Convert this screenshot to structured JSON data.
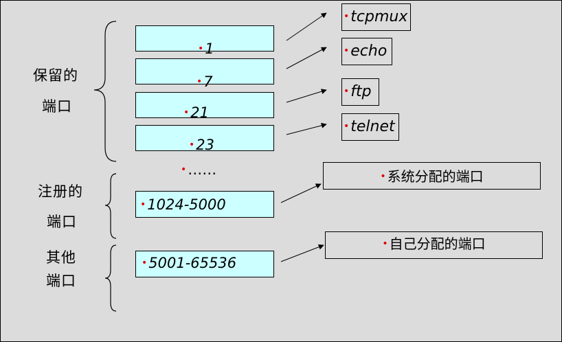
{
  "categories": {
    "reserved": [
      "保留的",
      "端口"
    ],
    "registered": [
      "注册的",
      "端口"
    ],
    "other": [
      "其他",
      "端口"
    ]
  },
  "ports": {
    "p1": "1",
    "p7": "7",
    "p21": "21",
    "p23": "23",
    "ellipsis": "……",
    "registered_range": "1024-5000",
    "other_range": "5001-65536"
  },
  "services": {
    "tcpmux": "tcpmux",
    "echo": "echo",
    "ftp": "ftp",
    "telnet": "telnet"
  },
  "allocation": {
    "system": "系统分配的端口",
    "self": "自己分配的端口"
  },
  "colors": {
    "port_fill": "#ccffff",
    "bullet": "#e00000",
    "background": "#dcdcdc"
  }
}
